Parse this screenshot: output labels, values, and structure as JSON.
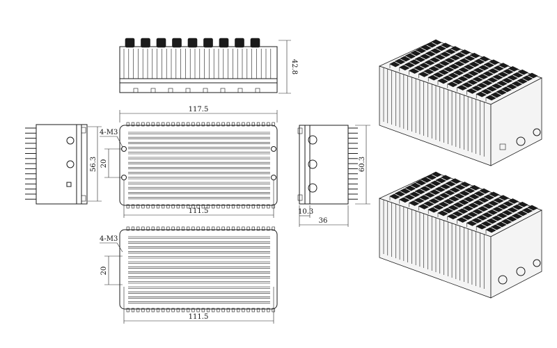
{
  "dimensions": {
    "height": "42.8",
    "overall_length": "117.5",
    "hole_label_top": "4-M3",
    "hole_pitch_top": "20",
    "width_left": "56.3",
    "mount_length_top": "111.5",
    "width_right": "60.3",
    "flange": "10.3",
    "depth": "36",
    "hole_label_bottom": "4-M3",
    "hole_pitch_bottom": "20",
    "mount_length_bottom": "111.5"
  },
  "colors": {
    "line": "#1a1a1a",
    "fin_dark": "#1b1b1b",
    "background": "#ffffff"
  }
}
